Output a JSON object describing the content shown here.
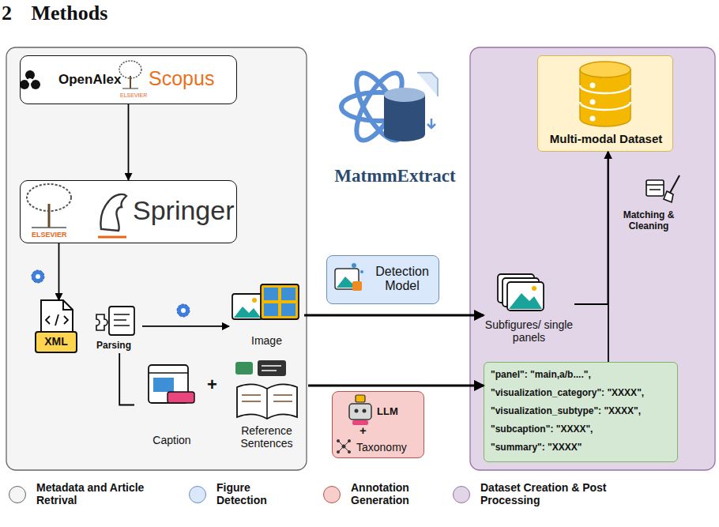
{
  "diagram": {
    "title": "2 Methods",
    "nodes": [
      {
        "text": [
          "OpenAlex",
          "ELSEVIER",
          "Scopus"
        ]
      },
      {
        "text": [
          "ELSEVIER",
          "Springer"
        ]
      },
      {
        "text": [
          "XML"
        ]
      },
      {
        "text": [
          "Parsing"
        ]
      },
      {
        "text": [
          "Image"
        ]
      },
      {
        "text": [
          "Caption"
        ]
      },
      {
        "text": [
          "Reference Sentences"
        ]
      },
      {
        "text": [
          "Detection Model"
        ]
      },
      {
        "text": [
          "LLM",
          "+",
          "Taxonomy"
        ]
      },
      {
        "text": [
          "Subfigures/ single panels"
        ]
      },
      {
        "text": [
          "\"panel\": \"main,a/b....\",",
          "\"visualization_category\": \"XXXX\",",
          "\"visualization_subtype\": \"XXXX\",",
          "\"subcaption\": \"XXXX\",",
          "\"summary\": \"XXXX\""
        ]
      },
      {
        "text": [
          "Multi-modal Dataset"
        ]
      }
    ],
    "edges": [
      {
        "from": 0,
        "to": 1,
        "arrow": "to"
      },
      {
        "from": 1,
        "to": 2,
        "arrow": "to"
      },
      {
        "from": 3,
        "to": 4,
        "arrow": "to"
      },
      {
        "from": 3,
        "to": 5,
        "arrow": "none"
      },
      {
        "from": 4,
        "to": 9,
        "arrow": "to"
      },
      {
        "from": 6,
        "to": 10,
        "arrow": "to"
      },
      {
        "from": 9,
        "to": 11,
        "arrow": "to"
      },
      {
        "from": 10,
        "to": 11,
        "arrow": "to",
        "label": "Matching & Cleaning"
      }
    ],
    "labels": [
      "MatmmExtract",
      "+"
    ],
    "legend": [
      {
        "text": "Metadata and Article Retrival",
        "color": "#f5f5f5"
      },
      {
        "text": "Figure Detection",
        "color": "#dae8fc"
      },
      {
        "text": "Annotation Generation",
        "color": "#f8cecc"
      },
      {
        "text": "Dataset Creation & Post Processing",
        "color": "#e1d5e7"
      }
    ]
  }
}
